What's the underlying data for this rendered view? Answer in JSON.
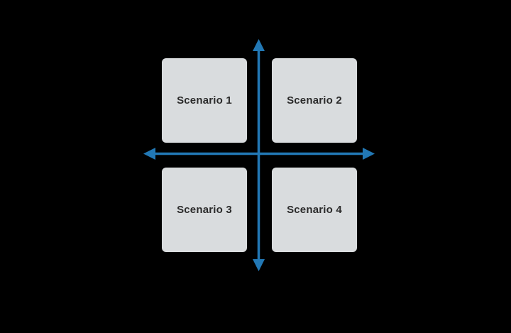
{
  "diagram": {
    "type": "quadrant-matrix",
    "quadrants": [
      {
        "label": "Scenario 1",
        "position": "top-left"
      },
      {
        "label": "Scenario 2",
        "position": "top-right"
      },
      {
        "label": "Scenario 3",
        "position": "bottom-left"
      },
      {
        "label": "Scenario 4",
        "position": "bottom-right"
      }
    ],
    "axes": {
      "vertical_arrow": "double-headed",
      "horizontal_arrow": "double-headed"
    }
  },
  "colors": {
    "background": "#000000",
    "box_fill": "#d9dcde",
    "label_text": "#2b2b2b",
    "arrow": "#2278b5"
  }
}
